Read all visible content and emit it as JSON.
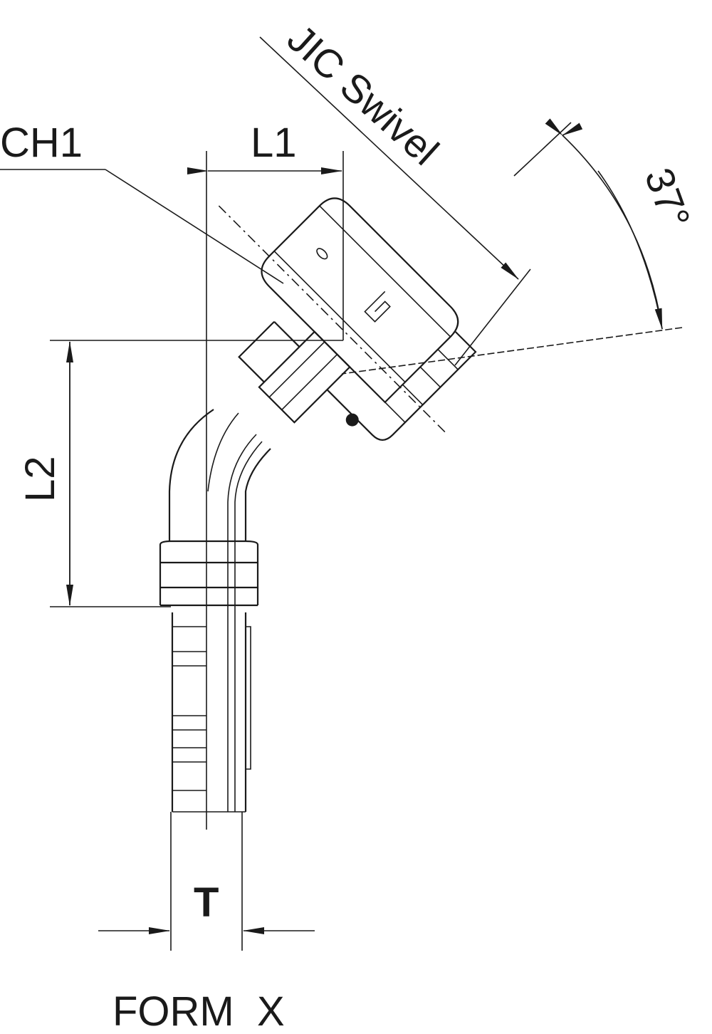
{
  "drawing": {
    "labels": {
      "ch1": "CH1",
      "l1": "L1",
      "l2": "L2",
      "t": "T",
      "connection": "JIC Swivel",
      "angle": "37°",
      "form": "FORM  X"
    },
    "line_color": "#1a1a1a"
  }
}
